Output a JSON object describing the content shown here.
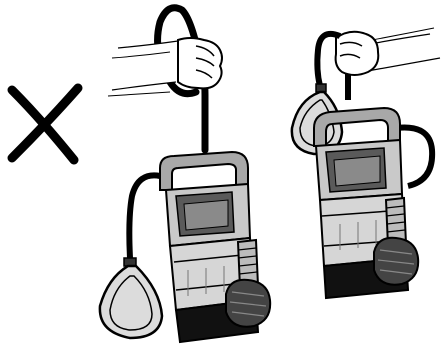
{
  "illustration": {
    "kind": "instruction-pictogram",
    "left_mark_icon": "cross-mark-icon",
    "left_subject": "pump-lifted-by-cable",
    "right_subject": "pump-lifted-by-handle",
    "colors": {
      "outline": "#000000",
      "body_light": "#d6d6d6",
      "body_mid": "#a8a8a8",
      "body_dark": "#5a5a5a",
      "base": "#111111",
      "float": "#dcdcdc",
      "skin": "#ffffff",
      "background": "#ffffff"
    }
  }
}
